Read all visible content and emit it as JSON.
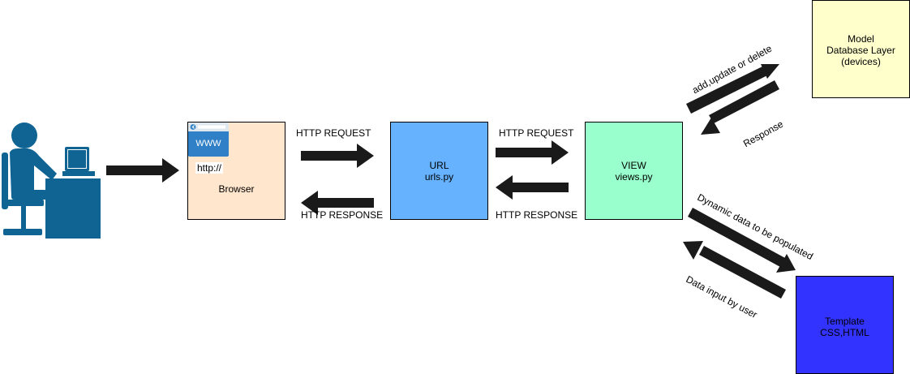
{
  "colors": {
    "user_icon": "#0f6494",
    "arrow": "#1a1a1a",
    "browser_fill": "#ffe6cc",
    "url_fill": "#66b2ff",
    "view_fill": "#99ffcc",
    "model_fill": "#ffffcc",
    "template_fill": "#3333ff",
    "www_icon": "#2f80c6"
  },
  "icons": {
    "user": "user-at-computer-icon",
    "browser": "www-browser-icon"
  },
  "nodes": {
    "browser": {
      "www": "WWW",
      "url_text": "http://",
      "label": "Browser"
    },
    "url": {
      "line1": "URL",
      "line2": "urls.py"
    },
    "view": {
      "line1": "VIEW",
      "line2": "views.py"
    },
    "model": {
      "line1": "Model",
      "line2": "Database Layer",
      "line3": "(devices)"
    },
    "template": {
      "line1": "Template",
      "line2": "CSS,HTML"
    }
  },
  "edges": {
    "browser_url_request": "HTTP REQUEST",
    "url_browser_response": "HTTP RESPONSE",
    "url_view_request": "HTTP REQUEST",
    "view_url_response": "HTTP RESPONSE",
    "view_model": "add,update or delete",
    "model_view": "Response",
    "view_template": "Dynamic data to be populated",
    "template_view": "Data input by user"
  }
}
